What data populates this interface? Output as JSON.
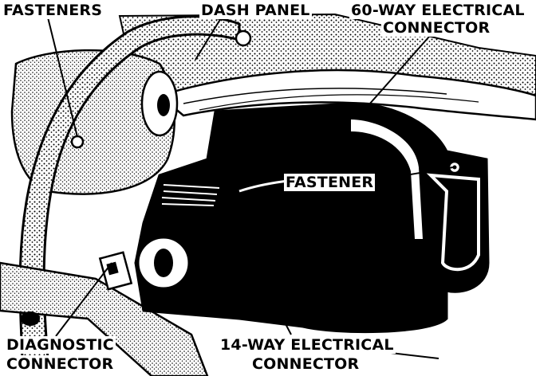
{
  "labels": {
    "fasteners": "FASTENERS",
    "dash_panel": "DASH PANEL",
    "sixty_way_line1": "60-WAY ELECTRICAL",
    "sixty_way_line2": "CONNECTOR",
    "fastener": "FASTENER",
    "diagnostic_line1": "DIAGNOSTIC",
    "diagnostic_line2": "CONNECTOR",
    "fourteen_way_line1": "14-WAY ELECTRICAL",
    "fourteen_way_line2": "CONNECTOR"
  },
  "colors": {
    "ink": "#000000",
    "paper": "#ffffff",
    "stipple": "#6b6b6b"
  }
}
